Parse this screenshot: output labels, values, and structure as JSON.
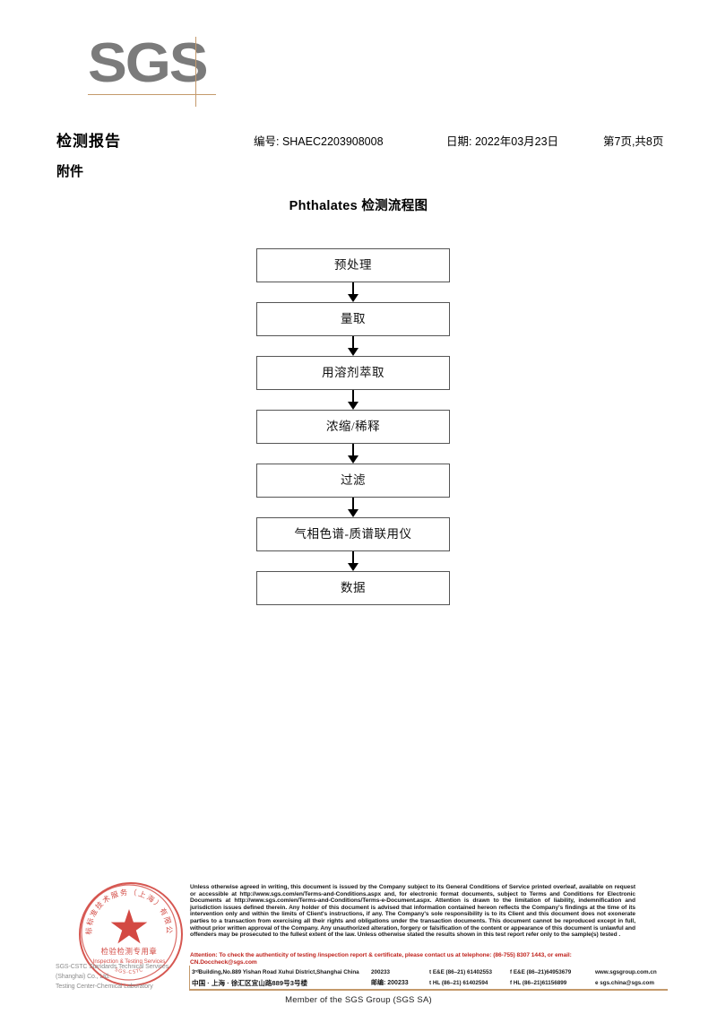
{
  "logo": {
    "text": "SGS"
  },
  "header": {
    "report_title": "检测报告",
    "report_no": "编号: SHAEC2203908008",
    "date": "日期: 2022年03月23日",
    "page": "第7页,共8页",
    "attachment_label": "附件"
  },
  "flowchart": {
    "title": "Phthalates 检测流程图",
    "nodes": [
      {
        "label": "预处理"
      },
      {
        "label": "量取"
      },
      {
        "label": "用溶剂萃取"
      },
      {
        "label": "浓缩/稀释"
      },
      {
        "label": "过滤"
      },
      {
        "label": "气相色谱-质谱联用仪"
      },
      {
        "label": "数据"
      }
    ]
  },
  "stamp": {
    "chinese_ring": "SGS通标标准技术服务(上海)有限公司",
    "center_cn": "检验检测专用章",
    "center_en": "Inspection & Testing Services",
    "bottom_ring": "SGS-CSTC",
    "color": "#cf3a33"
  },
  "stamp_overlay": {
    "line1": "SGS-CSTC Standards Technical Services (Shanghai) Co., Ltd.",
    "line2": "Testing Center-Chemical Laboratory"
  },
  "footer": {
    "legal_text": "Unless otherwise agreed in writing, this document is issued by the Company subject to its General Conditions of Service printed overleaf, available on request or accessible at http://www.sgs.com/en/Terms-and-Conditions.aspx and, for electronic format documents, subject to Terms and Conditions for Electronic Documents at http://www.sgs.com/en/Terms-and-Conditions/Terms-e-Document.aspx. Attention is drawn to the limitation of liability, indemnification and jurisdiction issues defined therein. Any holder of this document is advised that information contained hereon reflects the Company's findings at the time of its intervention only and within the limits of Client's instructions, if any. The Company's sole responsibility is to its Client and this document does not exonerate parties to a transaction from exercising all their rights and obligations under the transaction documents. This document cannot be reproduced except in full, without prior written approval of the Company. Any unauthorized alteration, forgery or falsification of the content or appearance of this document is unlawful and offenders may be prosecuted to the fullest extent of the law. Unless otherwise stated the results shown in this test report refer only to the sample(s) tested .",
    "attention_text": "Attention: To check the authenticity of testing /inspection report & certificate, please contact us at telephone: (86-755) 8307 1443, or email: CN.Doccheck@sgs.com",
    "address_en": "3ʳᵈBuilding,No.889 Yishan Road Xuhui District,Shanghai China",
    "zip_en": "200233",
    "tel_en": "t E&E (86–21) 61402553",
    "fax_en": "f E&E (86–21)64953679",
    "web_en": "www.sgsgroup.com.cn",
    "address_cn": "中国 · 上海 · 徐汇区宜山路889号3号楼",
    "zip_cn": "邮编: 200233",
    "tel_cn": "t HL (86–21) 61402594",
    "fax_cn": "f HL (86–21)61156899",
    "email_cn": "e  sgs.china@sgs.com",
    "member_line": "Member of the SGS Group (SGS SA)"
  },
  "colors": {
    "accent_tan": "#c49a6c",
    "logo_gray": "#7b7b7b",
    "attention_red": "#c0251f",
    "stamp_red": "#cf3a33"
  }
}
